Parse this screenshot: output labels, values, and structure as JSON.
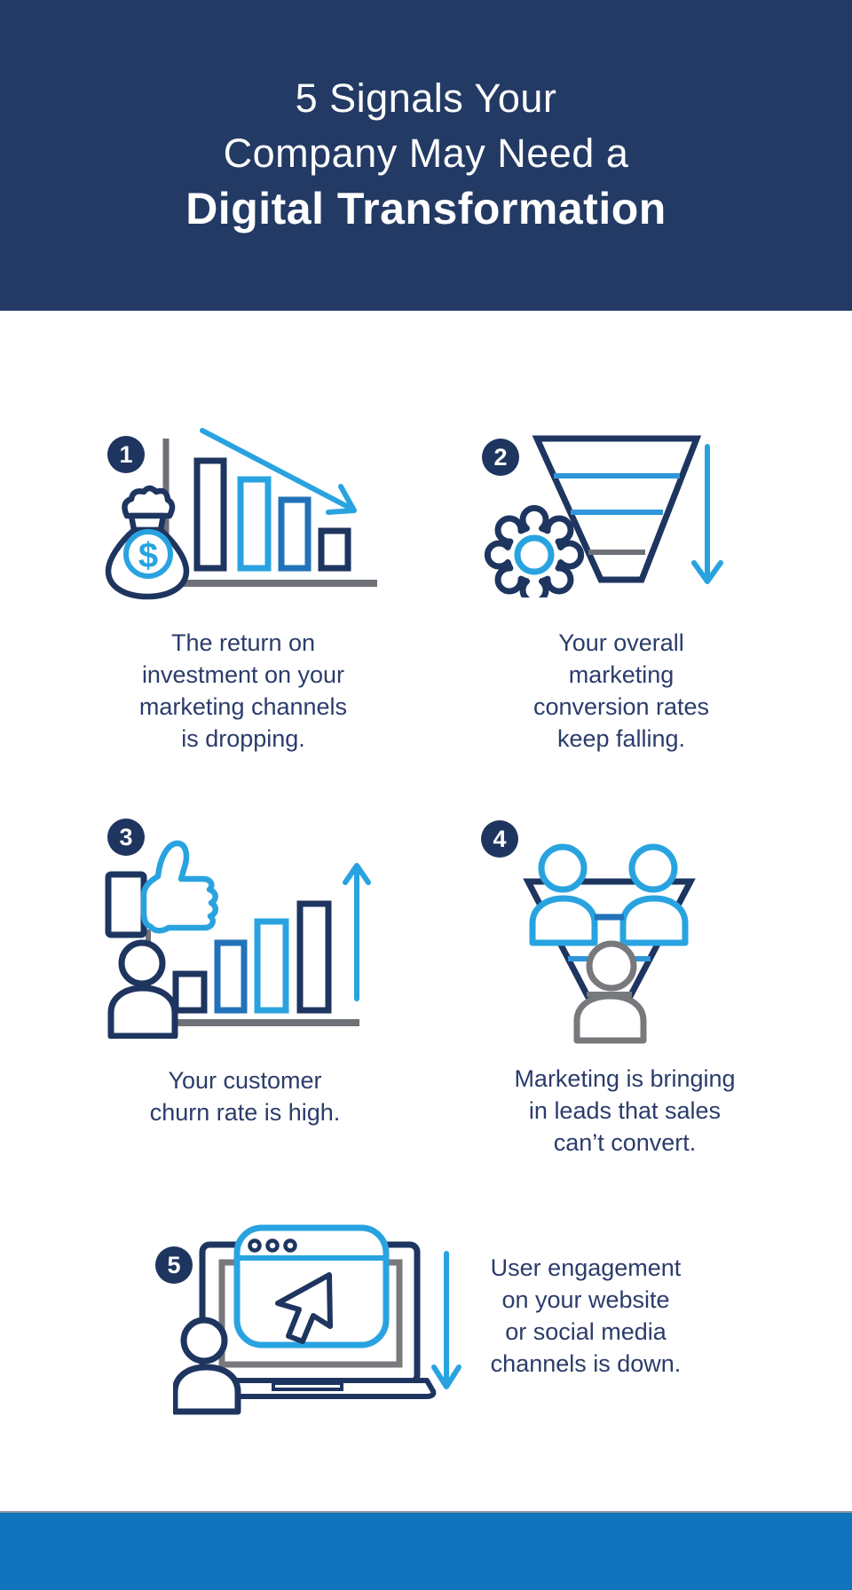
{
  "header": {
    "title_lines": [
      "5 Signals Your",
      "Company May Need a",
      "Digital Transformation"
    ]
  },
  "items": [
    {
      "number": "1",
      "icon": "money-bag-declining-chart",
      "caption": "The return on\ninvestment on your\nmarketing channels\nis dropping."
    },
    {
      "number": "2",
      "icon": "funnel-gear-down-arrow",
      "caption": "Your overall\nmarketing\nconversion rates\nkeep falling."
    },
    {
      "number": "3",
      "icon": "thumbs-up-rising-chart",
      "caption": "Your customer\nchurn rate is high."
    },
    {
      "number": "4",
      "icon": "leads-funnel-people",
      "caption": "Marketing is bringing\nin leads that sales\ncan’t convert."
    },
    {
      "number": "5",
      "icon": "laptop-browser-cursor-down-arrow",
      "caption": "User engagement\non your website\nor social media\nchannels is down."
    }
  ],
  "icons": {
    "dollar_sign": "$"
  },
  "colors": {
    "header_navy": "#223a64",
    "icon_navy": "#1e3560",
    "text_navy": "#2b3c6b",
    "light_blue": "#29a3e0",
    "mid_blue": "#2272b9",
    "gray": "#6e7175",
    "person_gray": "#77797d",
    "footer_blue": "#1074bc",
    "white": "#ffffff"
  }
}
